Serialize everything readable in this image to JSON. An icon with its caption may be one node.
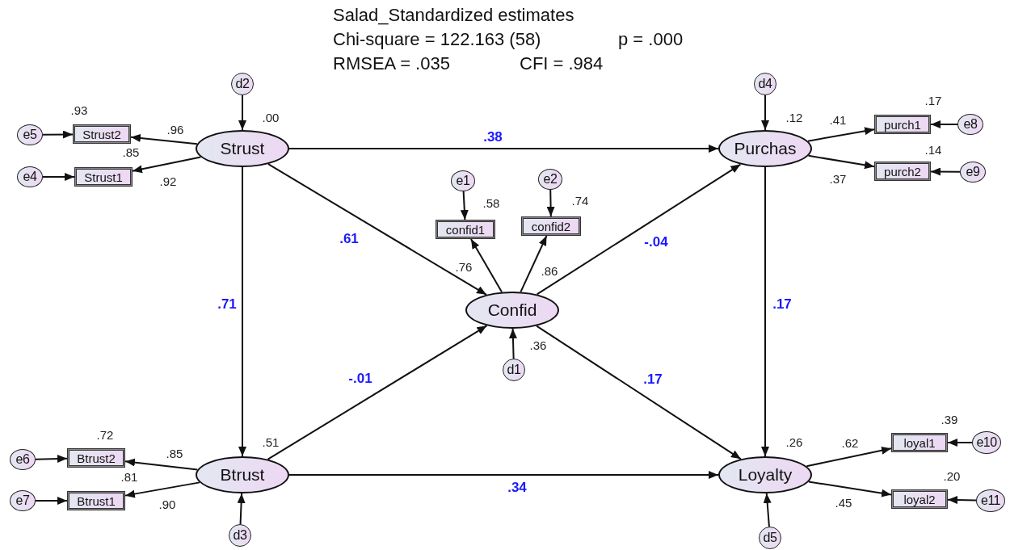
{
  "diagram": {
    "title": "Salad_Standardized estimates",
    "nodes": [
      {
        "text": [
          "Strust"
        ],
        "beside": [
          ".00"
        ]
      },
      {
        "text": [
          "Purchas"
        ],
        "beside": [
          ".12"
        ]
      },
      {
        "text": [
          "Confid"
        ],
        "beside": [
          ".36"
        ]
      },
      {
        "text": [
          "Btrust"
        ],
        "beside": [
          ".51"
        ]
      },
      {
        "text": [
          "Loyalty"
        ],
        "beside": [
          ".26"
        ]
      },
      {
        "text": [
          "Strust2"
        ],
        "beside": [
          ".93"
        ]
      },
      {
        "text": [
          "Strust1"
        ],
        "beside": [
          ".85"
        ]
      },
      {
        "text": [
          "confid1"
        ],
        "beside": [
          ".58"
        ]
      },
      {
        "text": [
          "confid2"
        ],
        "beside": [
          ".74"
        ]
      },
      {
        "text": [
          "purch1"
        ],
        "beside": [
          ".17"
        ]
      },
      {
        "text": [
          "purch2"
        ],
        "beside": [
          ".14"
        ]
      },
      {
        "text": [
          "Btrust2"
        ],
        "beside": [
          ".72"
        ]
      },
      {
        "text": [
          "Btrust1"
        ],
        "beside": [
          ".81"
        ]
      },
      {
        "text": [
          "loyal1"
        ],
        "beside": [
          ".39"
        ]
      },
      {
        "text": [
          "loyal2"
        ],
        "beside": [
          ".20"
        ]
      },
      {
        "text": [
          "e5"
        ]
      },
      {
        "text": [
          "e4"
        ]
      },
      {
        "text": [
          "d2"
        ]
      },
      {
        "text": [
          "e1"
        ]
      },
      {
        "text": [
          "e2"
        ]
      },
      {
        "text": [
          "d4"
        ]
      },
      {
        "text": [
          "e8"
        ]
      },
      {
        "text": [
          "e9"
        ]
      },
      {
        "text": [
          "d1"
        ]
      },
      {
        "text": [
          "e6"
        ]
      },
      {
        "text": [
          "e7"
        ]
      },
      {
        "text": [
          "d3"
        ]
      },
      {
        "text": [
          "d5"
        ]
      },
      {
        "text": [
          "e10"
        ]
      },
      {
        "text": [
          "e11"
        ]
      }
    ],
    "edges": [
      {
        "from": 0,
        "to": 1,
        "arrow": "to",
        "label": ".38"
      },
      {
        "from": 0,
        "to": 2,
        "arrow": "to",
        "label": ".61"
      },
      {
        "from": 0,
        "to": 3,
        "arrow": "to",
        "label": ".71"
      },
      {
        "from": 2,
        "to": 1,
        "arrow": "to",
        "label": "-.04"
      },
      {
        "from": 1,
        "to": 4,
        "arrow": "to",
        "label": ".17"
      },
      {
        "from": 3,
        "to": 2,
        "arrow": "to",
        "label": "-.01"
      },
      {
        "from": 2,
        "to": 4,
        "arrow": "to",
        "label": ".17"
      },
      {
        "from": 3,
        "to": 4,
        "arrow": "to",
        "label": ".34"
      },
      {
        "from": 0,
        "to": 5,
        "arrow": "to",
        "label": ".96"
      },
      {
        "from": 0,
        "to": 6,
        "arrow": "to",
        "label": ".92"
      },
      {
        "from": 2,
        "to": 7,
        "arrow": "to",
        "label": ".76"
      },
      {
        "from": 2,
        "to": 8,
        "arrow": "to",
        "label": ".86"
      },
      {
        "from": 1,
        "to": 9,
        "arrow": "to",
        "label": ".41"
      },
      {
        "from": 1,
        "to": 10,
        "arrow": "to",
        "label": ".37"
      },
      {
        "from": 3,
        "to": 11,
        "arrow": "to",
        "label": ".85"
      },
      {
        "from": 3,
        "to": 12,
        "arrow": "to",
        "label": ".90"
      },
      {
        "from": 4,
        "to": 13,
        "arrow": "to",
        "label": ".62"
      },
      {
        "from": 4,
        "to": 14,
        "arrow": "to",
        "label": ".45"
      },
      {
        "from": 15,
        "to": 5,
        "arrow": "to"
      },
      {
        "from": 16,
        "to": 6,
        "arrow": "to"
      },
      {
        "from": 17,
        "to": 0,
        "arrow": "to"
      },
      {
        "from": 18,
        "to": 7,
        "arrow": "to"
      },
      {
        "from": 19,
        "to": 8,
        "arrow": "to"
      },
      {
        "from": 20,
        "to": 1,
        "arrow": "to"
      },
      {
        "from": 21,
        "to": 9,
        "arrow": "to"
      },
      {
        "from": 22,
        "to": 10,
        "arrow": "to"
      },
      {
        "from": 23,
        "to": 2,
        "arrow": "to"
      },
      {
        "from": 24,
        "to": 11,
        "arrow": "to"
      },
      {
        "from": 25,
        "to": 12,
        "arrow": "to"
      },
      {
        "from": 26,
        "to": 3,
        "arrow": "to"
      },
      {
        "from": 27,
        "to": 4,
        "arrow": "to"
      },
      {
        "from": 28,
        "to": 13,
        "arrow": "to"
      },
      {
        "from": 29,
        "to": 14,
        "arrow": "to"
      }
    ],
    "labels": [
      "Chi-square = 122.163 (58)",
      "p = .000",
      "RMSEA = .035",
      "CFI = .984"
    ]
  }
}
